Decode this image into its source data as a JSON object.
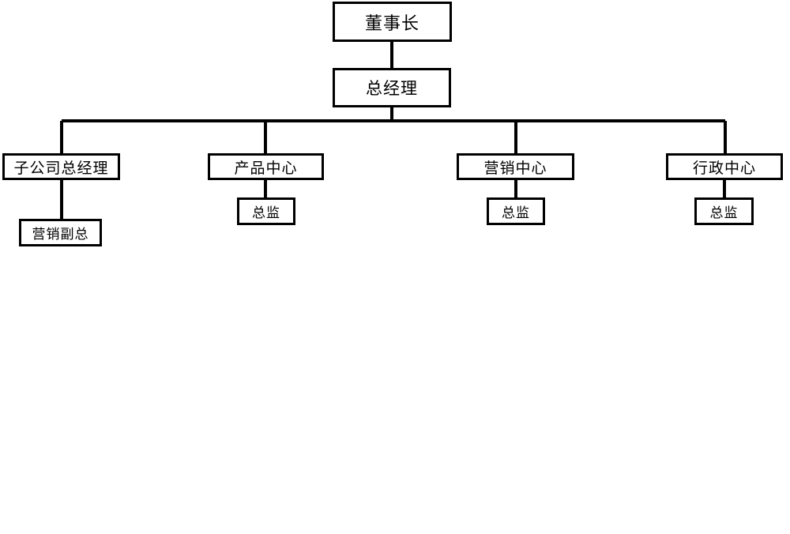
{
  "diagram": {
    "type": "organization-chart",
    "title": "",
    "background_color": "#ffffff",
    "line_color": "#000000",
    "box_border_color": "#000000",
    "box_fill_color": "#ffffff",
    "text_color": "#000000"
  },
  "nodes": {
    "chairman": {
      "label": "董事长",
      "level": 1
    },
    "general_manager": {
      "label": "总经理",
      "level": 2
    },
    "subsidiary_gm": {
      "label": "子公司总经理",
      "level": 3
    },
    "product_center": {
      "label": "产品中心",
      "level": 3
    },
    "marketing_center": {
      "label": "营销中心",
      "level": 3
    },
    "admin_center": {
      "label": "行政中心",
      "level": 3
    },
    "marketing_vp": {
      "label": "营销副总",
      "level": 4
    },
    "product_director": {
      "label": "总监",
      "level": 4
    },
    "marketing_director": {
      "label": "总监",
      "level": 4
    },
    "admin_director": {
      "label": "总监",
      "level": 4
    }
  }
}
